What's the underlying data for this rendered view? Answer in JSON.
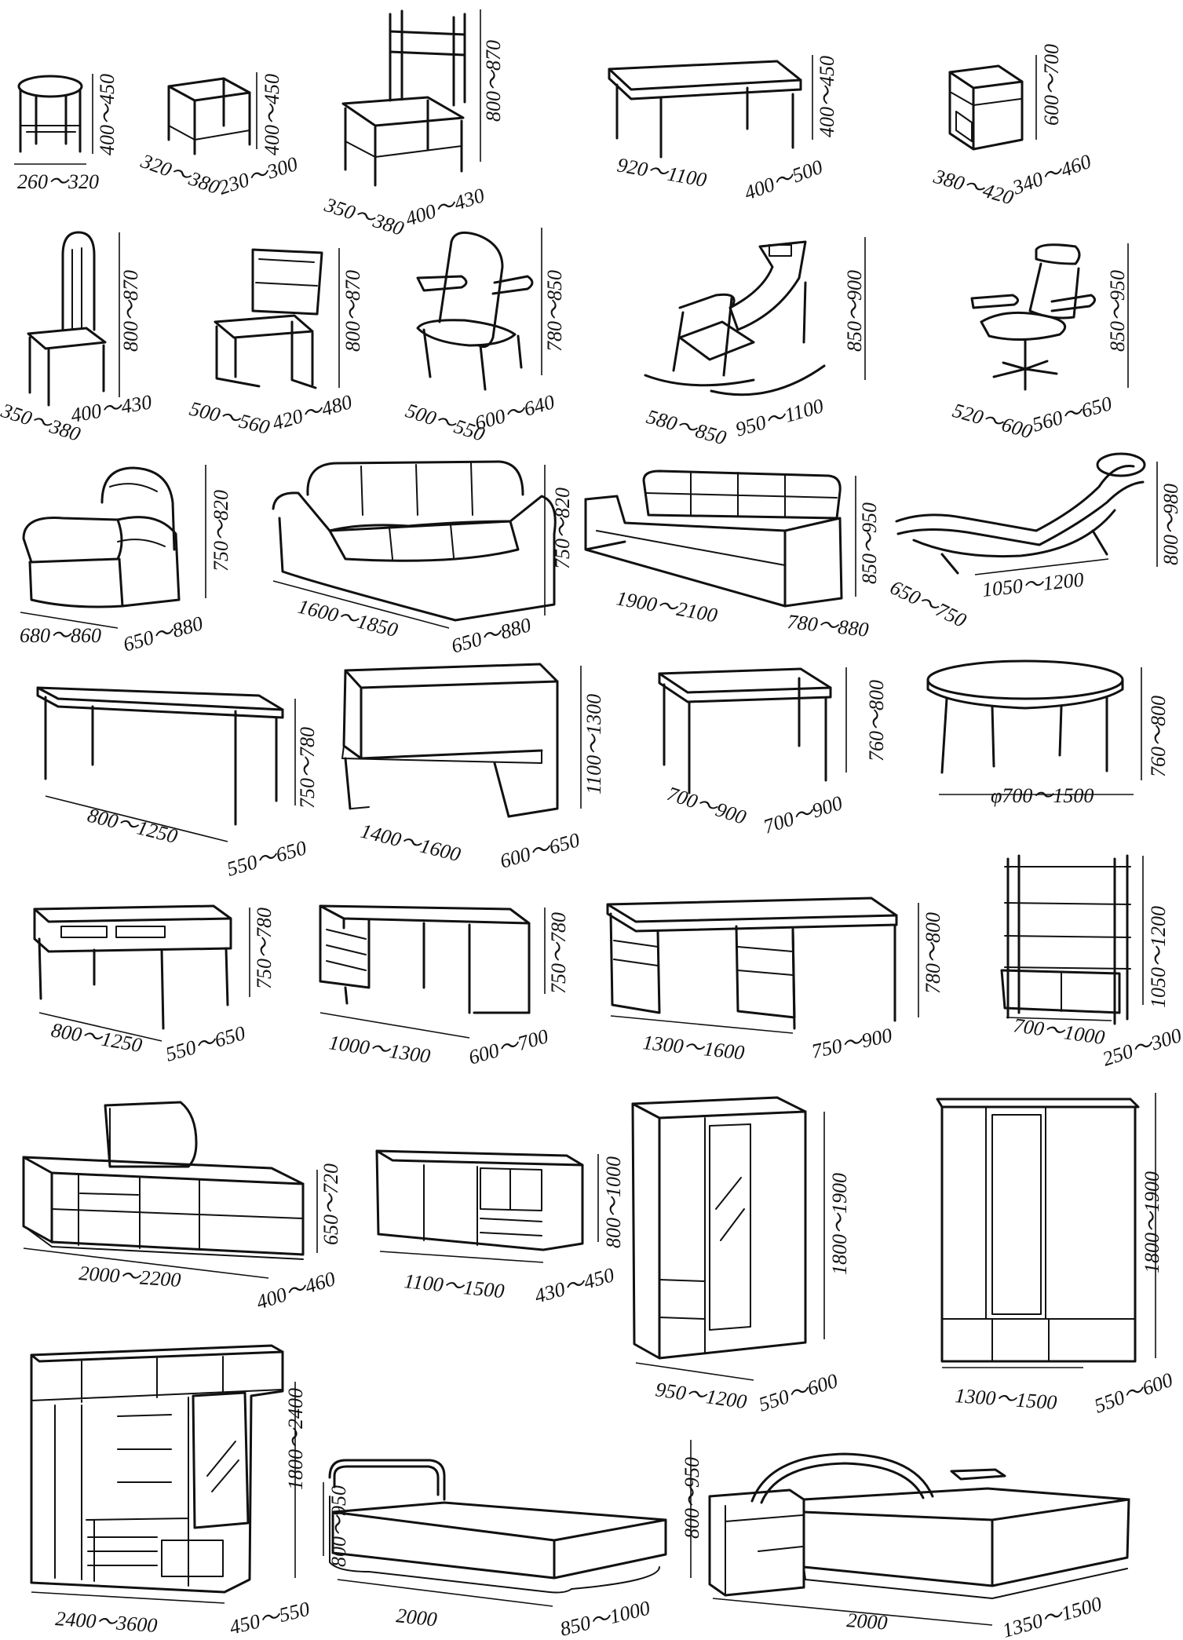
{
  "colors": {
    "ink": "#111111",
    "paper": "#ffffff"
  },
  "items": [
    {
      "name": "round-stool",
      "dims": [
        "400～450",
        "260～320"
      ]
    },
    {
      "name": "square-stool",
      "dims": [
        "400～450",
        "320～380",
        "230～300"
      ]
    },
    {
      "name": "ladder-back-chair",
      "dims": [
        "800～870",
        "350～380",
        "400～430"
      ]
    },
    {
      "name": "coffee-table",
      "dims": [
        "400～450",
        "920～1100",
        "400～500"
      ]
    },
    {
      "name": "nightstand",
      "dims": [
        "600～700",
        "380～420",
        "340～460"
      ]
    },
    {
      "name": "arched-back-chair",
      "dims": [
        "800～870",
        "350～380",
        "400～430"
      ]
    },
    {
      "name": "sled-chair",
      "dims": [
        "800～870",
        "500～560",
        "420～480"
      ]
    },
    {
      "name": "armchair",
      "dims": [
        "780～850",
        "500～550",
        "600～640"
      ]
    },
    {
      "name": "rocking-chair",
      "dims": [
        "850～900",
        "580～850",
        "950～1100"
      ]
    },
    {
      "name": "office-swivel-chair",
      "dims": [
        "850～950",
        "520～600",
        "560～650"
      ]
    },
    {
      "name": "single-sofa",
      "dims": [
        "750～820",
        "680～860",
        "650～880"
      ]
    },
    {
      "name": "three-seat-sofa",
      "dims": [
        "750～820",
        "1600～1850",
        "650～880"
      ]
    },
    {
      "name": "futon-sofa",
      "dims": [
        "850～950",
        "1900～2100",
        "780～880"
      ]
    },
    {
      "name": "chaise-longue",
      "dims": [
        "800～980",
        "650～750",
        "1050～1200"
      ]
    },
    {
      "name": "console-table",
      "dims": [
        "750～780",
        "800～1250",
        "550～650"
      ]
    },
    {
      "name": "upright-piano",
      "dims": [
        "1100～1300",
        "1400～1600",
        "600～650"
      ]
    },
    {
      "name": "square-dining-table",
      "dims": [
        "760～800",
        "700～900",
        "700～900"
      ]
    },
    {
      "name": "round-dining-table",
      "dims": [
        "760～800",
        "φ700～1500"
      ]
    },
    {
      "name": "writing-desk",
      "dims": [
        "750～780",
        "800～1250",
        "550～650"
      ]
    },
    {
      "name": "pedestal-desk",
      "dims": [
        "750～780",
        "1000～1300",
        "600～700"
      ]
    },
    {
      "name": "double-pedestal-desk",
      "dims": [
        "780～800",
        "1300～1600",
        "750～900"
      ]
    },
    {
      "name": "shelving-unit",
      "dims": [
        "1050～1200",
        "700～1000",
        "250～300"
      ]
    },
    {
      "name": "tv-cabinet",
      "dims": [
        "650～720",
        "2000～2200",
        "400～460"
      ]
    },
    {
      "name": "sideboard",
      "dims": [
        "800～1000",
        "1100～1500",
        "430～450"
      ]
    },
    {
      "name": "two-door-wardrobe",
      "dims": [
        "1800～1900",
        "950～1200",
        "550～600"
      ]
    },
    {
      "name": "three-door-wardrobe",
      "dims": [
        "1800～1900",
        "1300～1500",
        "550～600"
      ]
    },
    {
      "name": "wall-unit",
      "dims": [
        "1800～2400",
        "2400～3600",
        "450～550"
      ]
    },
    {
      "name": "single-bed",
      "dims": [
        "800～950",
        "2000",
        "850～1000"
      ]
    },
    {
      "name": "double-bed",
      "dims": [
        "800～950",
        "2000",
        "1350～1500"
      ]
    }
  ]
}
